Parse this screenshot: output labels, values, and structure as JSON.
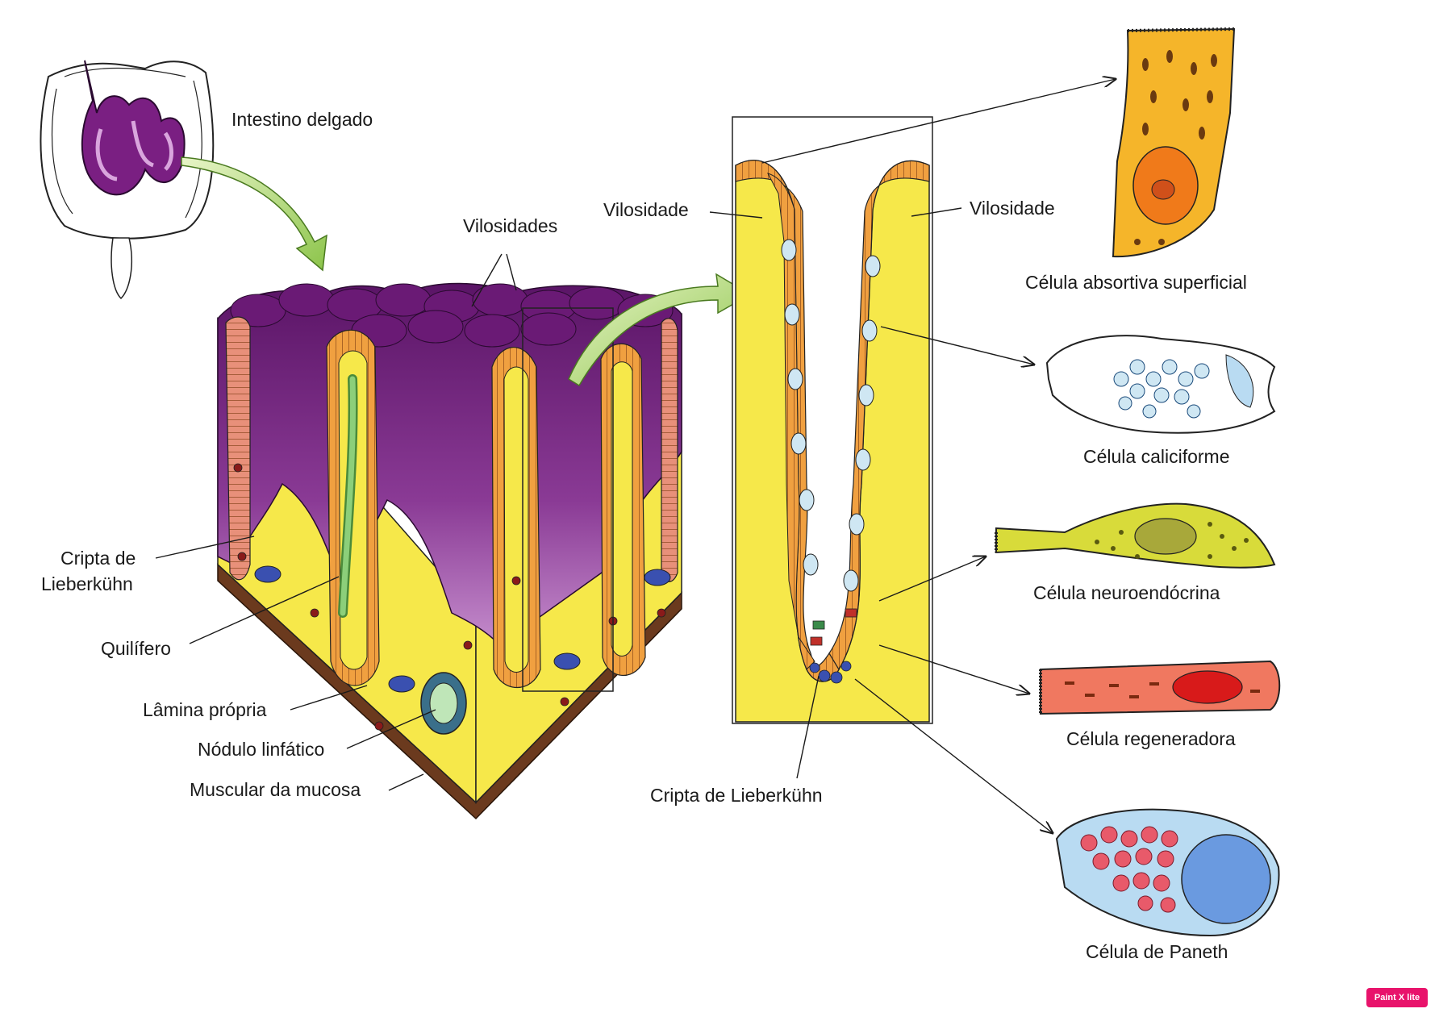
{
  "labels": {
    "small_intestine": "Intestino delgado",
    "villi": "Vilosidades",
    "crypt_left_line1": "Cripta de",
    "crypt_left_line2": "Lieberkühn",
    "lacteal": "Quilífero",
    "lamina_propria": "Lâmina própria",
    "lymph_nodule": "Nódulo linfático",
    "muscularis_mucosae": "Muscular da mucosa",
    "villus_left": "Vilosidade",
    "villus_right": "Vilosidade",
    "crypt_center": "Cripta de Lieberkühn",
    "cell_absorptive": "Célula absortiva superficial",
    "cell_goblet": "Célula caliciforme",
    "cell_neuroendocrine": "Célula neuroendócrina",
    "cell_regenerative": "Célula regeneradora",
    "cell_paneth": "Célula de Paneth"
  },
  "watermark": "Paint X lite",
  "colors": {
    "intestine_purple": "#7a1f82",
    "lamina_yellow": "#f6e84a",
    "epithelium_orange": "#f0a040",
    "epithelium_pink": "#e8907a",
    "muscle_brown": "#6b3a1e",
    "arrow_green": "#9ccf5a",
    "goblet_blue": "#cfe7f3",
    "neuro_olive": "#d8db3a",
    "regen_red": "#f07860",
    "paneth_blue": "#b9dbf2"
  }
}
